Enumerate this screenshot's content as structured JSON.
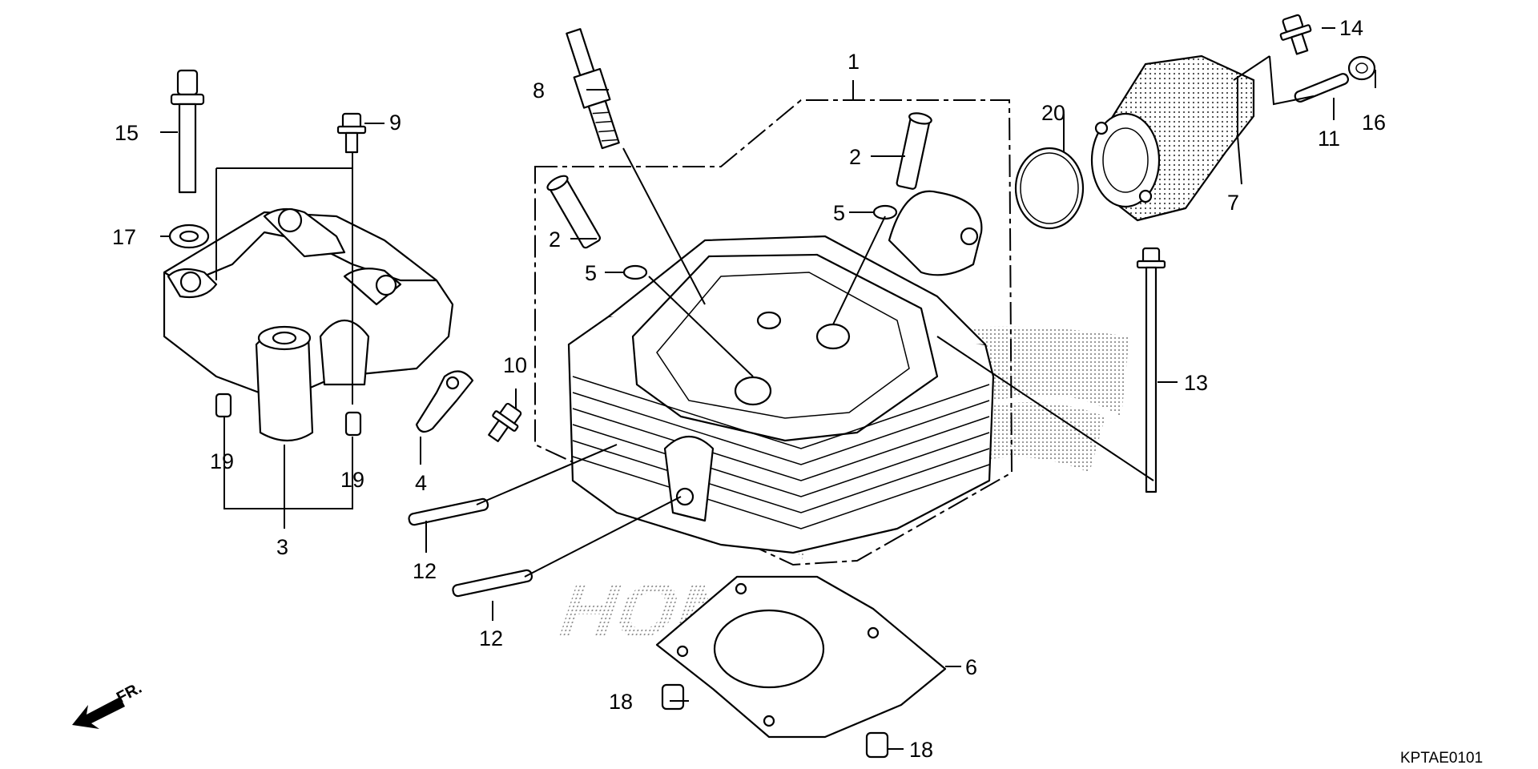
{
  "diagram": {
    "callouts": [
      {
        "id": "c1",
        "text": "1"
      },
      {
        "id": "c2a",
        "text": "2"
      },
      {
        "id": "c2b",
        "text": "2"
      },
      {
        "id": "c3",
        "text": "3"
      },
      {
        "id": "c4",
        "text": "4"
      },
      {
        "id": "c5a",
        "text": "5"
      },
      {
        "id": "c5b",
        "text": "5"
      },
      {
        "id": "c6",
        "text": "6"
      },
      {
        "id": "c7",
        "text": "7"
      },
      {
        "id": "c8",
        "text": "8"
      },
      {
        "id": "c9",
        "text": "9"
      },
      {
        "id": "c10",
        "text": "10"
      },
      {
        "id": "c11",
        "text": "11"
      },
      {
        "id": "c12a",
        "text": "12"
      },
      {
        "id": "c12b",
        "text": "12"
      },
      {
        "id": "c13",
        "text": "13"
      },
      {
        "id": "c14",
        "text": "14"
      },
      {
        "id": "c15",
        "text": "15"
      },
      {
        "id": "c16",
        "text": "16"
      },
      {
        "id": "c17",
        "text": "17"
      },
      {
        "id": "c18a",
        "text": "18"
      },
      {
        "id": "c18b",
        "text": "18"
      },
      {
        "id": "c19a",
        "text": "19"
      },
      {
        "id": "c19b",
        "text": "19"
      },
      {
        "id": "c20",
        "text": "20"
      }
    ],
    "front_indicator": "FR.",
    "watermark_logo": "HONDA",
    "diagram_code": "KPTAE0101"
  }
}
